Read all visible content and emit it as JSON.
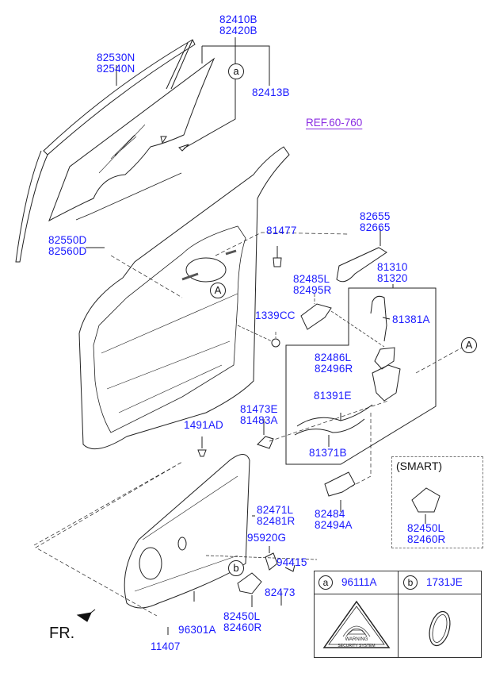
{
  "diagram": {
    "title": "Front Door Panel, Glass & Lock Assembly (exploded parts view)",
    "reference": {
      "text": "REF.60-760",
      "color": "#8a2be2"
    },
    "label_color": "#1a1aff",
    "callouts": [
      {
        "id": "82410B",
        "lines": [
          "82410B",
          "82420B"
        ]
      },
      {
        "id": "82530N",
        "lines": [
          "82530N",
          "82540N"
        ]
      },
      {
        "id": "82413B",
        "lines": [
          "82413B"
        ]
      },
      {
        "id": "82550D",
        "lines": [
          "82550D",
          "82560D"
        ]
      },
      {
        "id": "81477",
        "lines": [
          "81477"
        ]
      },
      {
        "id": "82655",
        "lines": [
          "82655",
          "82665"
        ]
      },
      {
        "id": "81310",
        "lines": [
          "81310",
          "81320"
        ]
      },
      {
        "id": "82485L",
        "lines": [
          "82485L",
          "82495R"
        ]
      },
      {
        "id": "81381A",
        "lines": [
          "81381A"
        ]
      },
      {
        "id": "1339CC",
        "lines": [
          "1339CC"
        ]
      },
      {
        "id": "82486L",
        "lines": [
          "82486L",
          "82496R"
        ]
      },
      {
        "id": "81391E",
        "lines": [
          "81391E"
        ]
      },
      {
        "id": "81473E",
        "lines": [
          "81473E",
          "81483A"
        ]
      },
      {
        "id": "1491AD",
        "lines": [
          "1491AD"
        ]
      },
      {
        "id": "81371B",
        "lines": [
          "81371B"
        ]
      },
      {
        "id": "82484",
        "lines": [
          "82484",
          "82494A"
        ]
      },
      {
        "id": "82471L",
        "lines": [
          "82471L",
          "82481R"
        ]
      },
      {
        "id": "95920G",
        "lines": [
          "95920G"
        ]
      },
      {
        "id": "94415",
        "lines": [
          "94415"
        ]
      },
      {
        "id": "82473",
        "lines": [
          "82473"
        ]
      },
      {
        "id": "82450L-main",
        "lines": [
          "82450L",
          "82460R"
        ]
      },
      {
        "id": "96301A",
        "lines": [
          "96301A"
        ]
      },
      {
        "id": "11407",
        "lines": [
          "11407"
        ]
      },
      {
        "id": "82450L-smart",
        "lines": [
          "82450L",
          "82460R"
        ]
      }
    ],
    "circle_markers": {
      "a": "a",
      "b": "b",
      "A": "A"
    },
    "smart_box": {
      "title": "(SMART)"
    },
    "legend": {
      "items": [
        {
          "marker": "a",
          "part": "96111A",
          "image": "warning-security-system-label",
          "image_text_1": "WARNING",
          "image_text_2": "SECURITY SYSTEM"
        },
        {
          "marker": "b",
          "part": "1731JE",
          "image": "oval-grommet"
        }
      ]
    },
    "orientation": {
      "text": "FR."
    }
  }
}
